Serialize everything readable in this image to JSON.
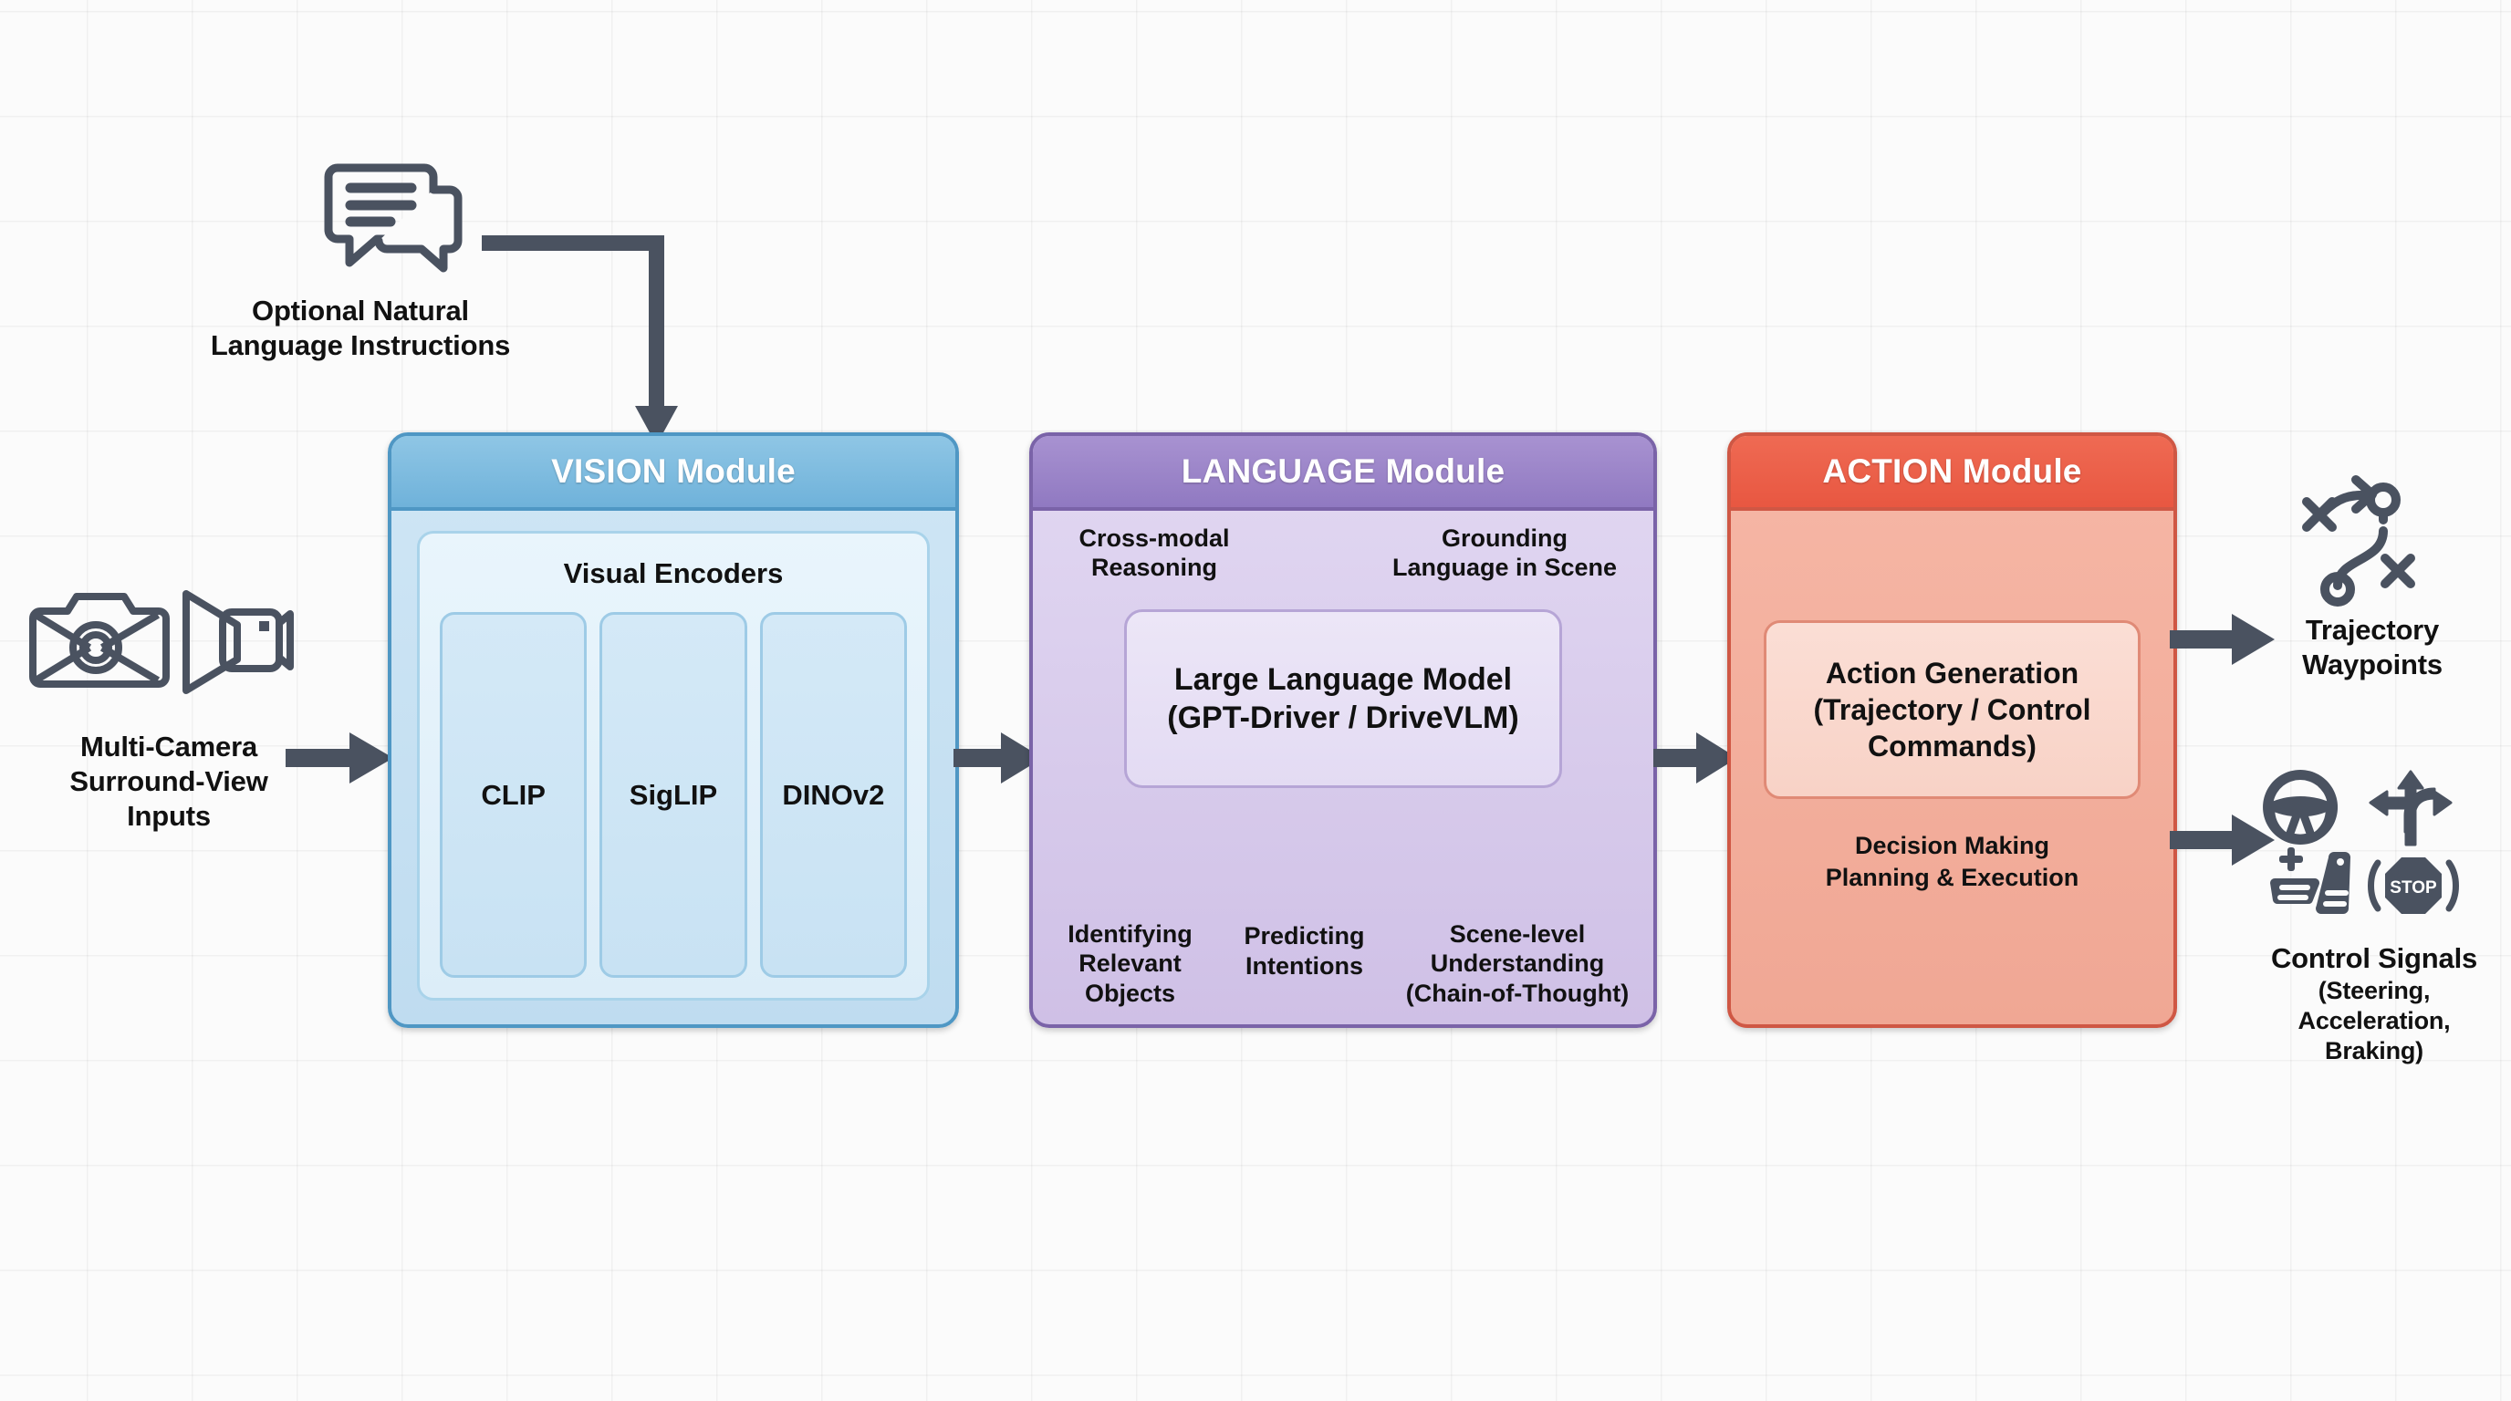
{
  "diagram": {
    "title": "Vision-Language-Action modular pipeline for autonomous driving",
    "background_color": "#fbfbfb",
    "arrow_color": "#4a5260"
  },
  "inputs": {
    "instructions": {
      "icon": "chat-bubbles-icon",
      "label_line1": "Optional Natural",
      "label_line2": "Language Instructions"
    },
    "cameras": {
      "icon_1": "photo-camera-icon",
      "icon_2": "video-camera-icon",
      "label_line1": "Multi-Camera",
      "label_line2": "Surround-View",
      "label_line3": "Inputs"
    }
  },
  "modules": [
    {
      "id": "vision",
      "title": "VISION Module",
      "header_color": "#6fb2da",
      "border_color": "#4f97c4",
      "body_color": "#c5e1f2",
      "panel_title": "Visual Encoders",
      "encoders": [
        "CLIP",
        "SigLIP",
        "DINOv2"
      ]
    },
    {
      "id": "language",
      "title": "LANGUAGE Module",
      "header_color": "#9079c1",
      "border_color": "#7a63a8",
      "body_color": "#d8cbee",
      "top_labels": [
        {
          "line1": "Cross-modal",
          "line2": "Reasoning"
        },
        {
          "line1": "Grounding",
          "line2": "Language in Scene"
        }
      ],
      "core_line1": "Large Language Model",
      "core_line2": "(GPT-Driver / DriveVLM)",
      "bottom_labels": [
        {
          "line1": "Identifying",
          "line2": "Relevant",
          "line3": "Objects"
        },
        {
          "line1": "Predicting",
          "line2": "Intentions",
          "line3": ""
        },
        {
          "line1": "Scene-level",
          "line2": "Understanding",
          "line3": "(Chain-of-Thought)"
        }
      ]
    },
    {
      "id": "action",
      "title": "ACTION Module",
      "header_color": "#e85741",
      "border_color": "#cf5744",
      "body_color": "#f3ad9a",
      "core_line1": "Action Generation",
      "core_line2": "(Trajectory / Control",
      "core_line3": "Commands)",
      "sub_line1": "Decision Making",
      "sub_line2": "Planning & Execution"
    }
  ],
  "outputs": {
    "trajectory": {
      "icon": "trajectory-path-icon",
      "label_line1": "Trajectory",
      "label_line2": "Waypoints"
    },
    "control": {
      "icons": [
        "steering-wheel-icon",
        "three-way-arrows-icon",
        "pedals-icon",
        "stop-brake-icon"
      ],
      "label_line1": "Control Signals",
      "label_line2": "(Steering,",
      "label_line3": "Acceleration,",
      "label_line4": "Braking)"
    }
  }
}
